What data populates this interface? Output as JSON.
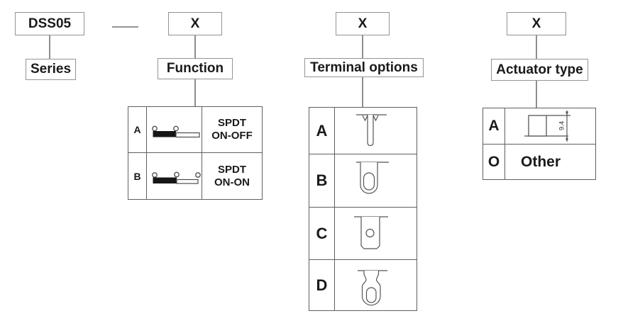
{
  "diagram": {
    "series": {
      "code": "DSS05",
      "label": "Series"
    },
    "separator": "—",
    "function": {
      "code": "X",
      "label": "Function",
      "rows": [
        {
          "key": "A",
          "icon": "spdt-on-off-switch-symbol",
          "desc1": "SPDT",
          "desc2": "ON-OFF"
        },
        {
          "key": "B",
          "icon": "spdt-on-on-switch-symbol",
          "desc1": "SPDT",
          "desc2": "ON-ON"
        }
      ]
    },
    "terminal": {
      "code": "X",
      "label": "Terminal options",
      "rows": [
        {
          "key": "A",
          "icon": "straight-pcb-pin-terminal"
        },
        {
          "key": "B",
          "icon": "round-bottom-solder-lug-terminal"
        },
        {
          "key": "C",
          "icon": "flat-lug-round-hole-terminal"
        },
        {
          "key": "D",
          "icon": "keyhole-solder-lug-terminal"
        }
      ]
    },
    "actuator": {
      "code": "X",
      "label": "Actuator type",
      "rows": [
        {
          "key": "A",
          "icon": "actuator-height-drawing",
          "dimension": "9.4"
        },
        {
          "key": "O",
          "desc": "Other"
        }
      ]
    }
  },
  "colors": {
    "background": "#ffffff",
    "box_border": "#949494",
    "table_border": "#606060",
    "connector_line": "#8f8f8f",
    "diagram_stroke": "#4d4d4d",
    "text": "#1a1a1a"
  }
}
